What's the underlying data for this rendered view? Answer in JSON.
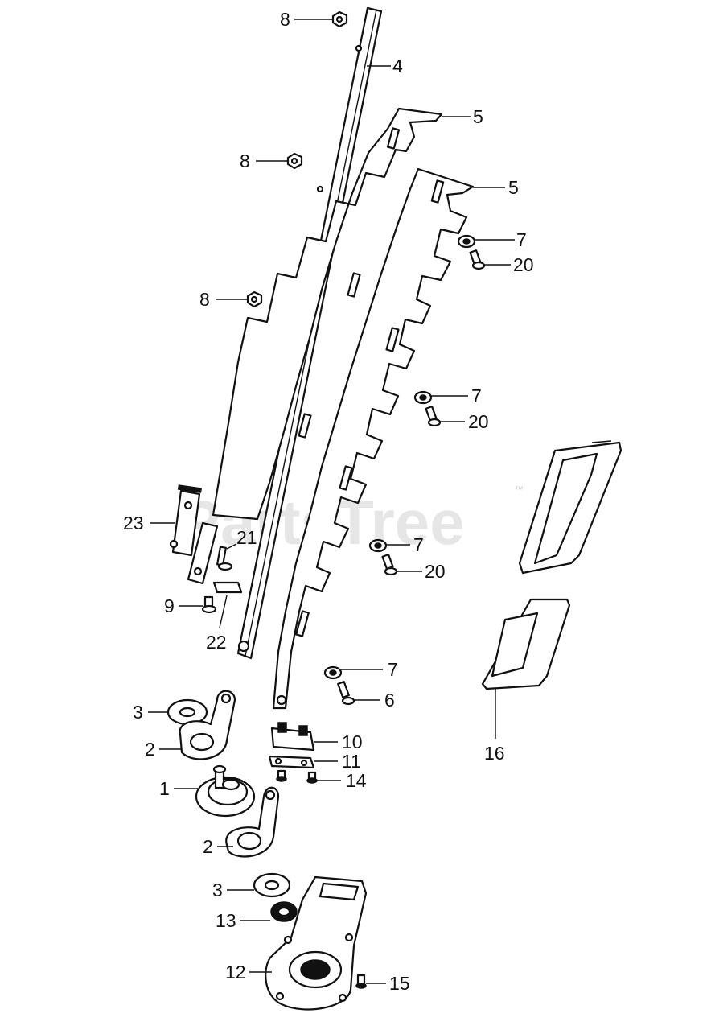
{
  "watermark": {
    "text": "PartsTree",
    "trademark": "™"
  },
  "callouts": [
    {
      "id": "c8a",
      "label": "8"
    },
    {
      "id": "c4",
      "label": "4"
    },
    {
      "id": "c5a",
      "label": "5"
    },
    {
      "id": "c5b",
      "label": "5"
    },
    {
      "id": "c8b",
      "label": "8"
    },
    {
      "id": "c7a",
      "label": "7"
    },
    {
      "id": "c20a",
      "label": "20"
    },
    {
      "id": "c8c",
      "label": "8"
    },
    {
      "id": "c7b",
      "label": "7"
    },
    {
      "id": "c20b",
      "label": "20"
    },
    {
      "id": "c23",
      "label": "23"
    },
    {
      "id": "c21",
      "label": "21"
    },
    {
      "id": "c7c",
      "label": "7"
    },
    {
      "id": "c20c",
      "label": "20"
    },
    {
      "id": "c9",
      "label": "9"
    },
    {
      "id": "c22",
      "label": "22"
    },
    {
      "id": "c7d",
      "label": "7"
    },
    {
      "id": "c6",
      "label": "6"
    },
    {
      "id": "c16",
      "label": "16"
    },
    {
      "id": "c3a",
      "label": "3"
    },
    {
      "id": "c10",
      "label": "10"
    },
    {
      "id": "c2a",
      "label": "2"
    },
    {
      "id": "c11",
      "label": "11"
    },
    {
      "id": "c14",
      "label": "14"
    },
    {
      "id": "c1",
      "label": "1"
    },
    {
      "id": "c2b",
      "label": "2"
    },
    {
      "id": "c3b",
      "label": "3"
    },
    {
      "id": "c13",
      "label": "13"
    },
    {
      "id": "c12",
      "label": "12"
    },
    {
      "id": "c15",
      "label": "15"
    }
  ]
}
